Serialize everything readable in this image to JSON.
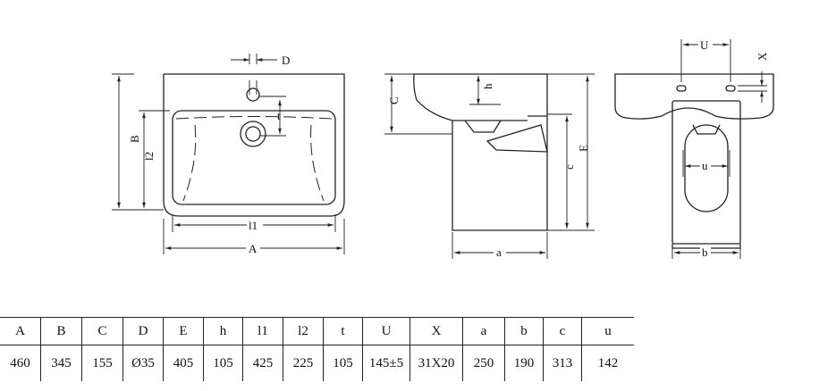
{
  "drawing": {
    "top_view_labels": {
      "A": "A",
      "B": "B",
      "D": "D",
      "l1": "l1",
      "l2": "l2",
      "t": "t"
    },
    "side_view_labels": {
      "C": "C",
      "h": "h",
      "E": "E",
      "c": "c",
      "a": "a"
    },
    "front_view_labels": {
      "U": "U",
      "X": "X",
      "u": "u",
      "b": "b"
    }
  },
  "table": {
    "headers": [
      "A",
      "B",
      "C",
      "D",
      "E",
      "h",
      "l1",
      "l2",
      "t",
      "U",
      "X",
      "a",
      "b",
      "c",
      "u"
    ],
    "values": [
      "460",
      "345",
      "155",
      "Ø35",
      "405",
      "105",
      "425",
      "225",
      "105",
      "145±5",
      "31X20",
      "250",
      "190",
      "313",
      "142"
    ]
  }
}
